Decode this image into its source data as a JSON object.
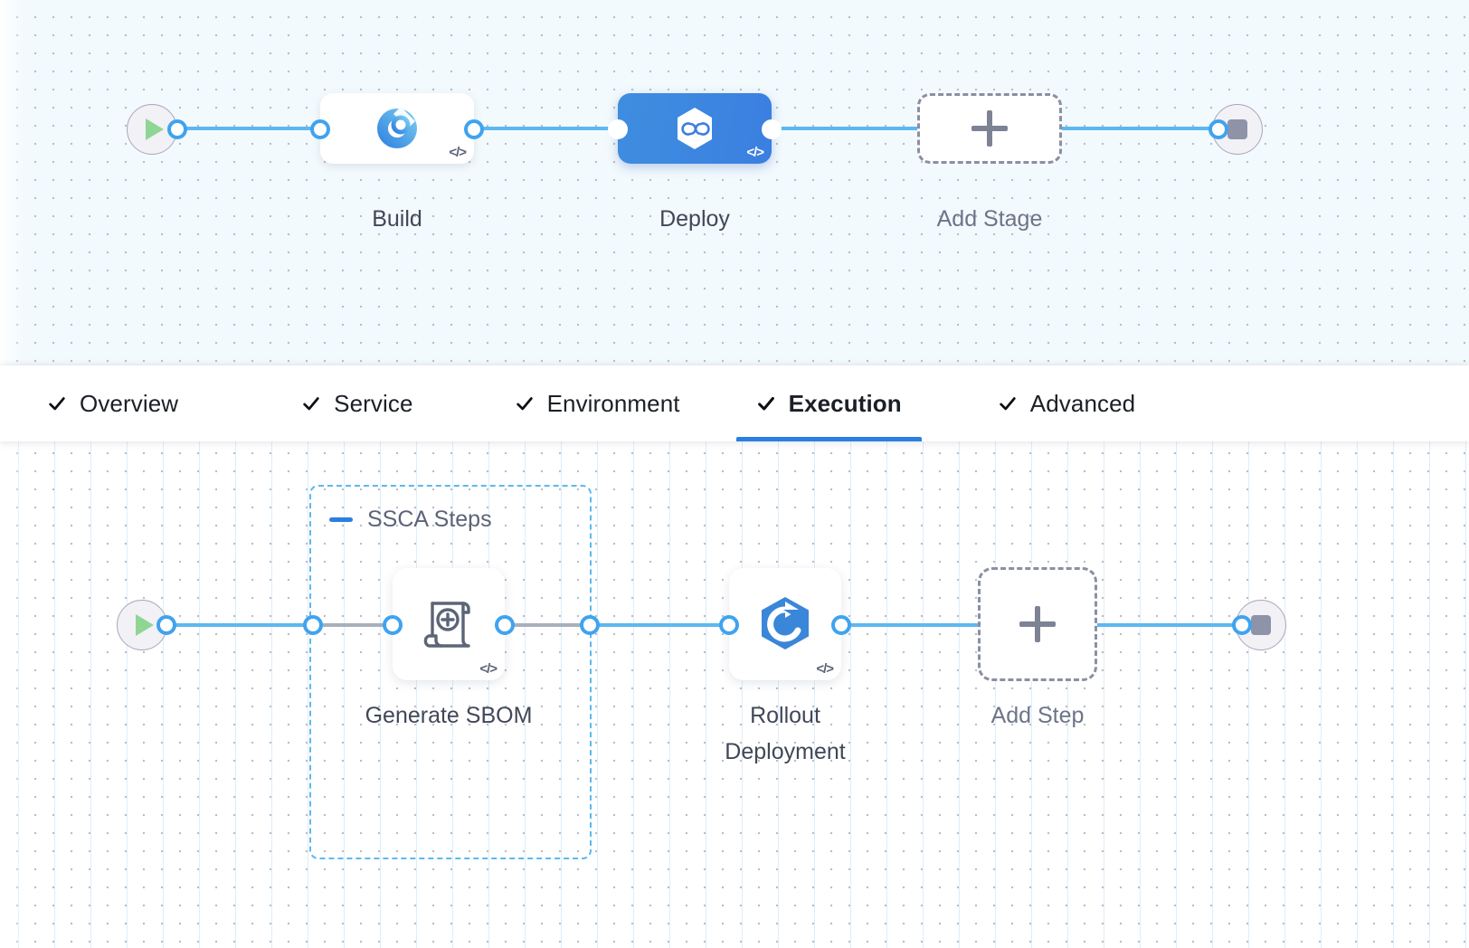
{
  "stage_canvas": {
    "name": "pipeline-stage-graph",
    "start_node": {
      "icon": "play-icon",
      "label": ""
    },
    "end_node": {
      "icon": "stop-icon",
      "label": ""
    },
    "nodes": [
      {
        "id": "build",
        "label": "Build",
        "icon": "ci-build-icon",
        "badge": "</>",
        "selected": false
      },
      {
        "id": "deploy",
        "label": "Deploy",
        "icon": "cd-deploy-icon",
        "badge": "</>",
        "selected": true
      }
    ],
    "add_node": {
      "label": "Add Stage",
      "icon": "plus-icon"
    }
  },
  "tabs": {
    "items": [
      {
        "id": "overview",
        "label": "Overview",
        "icon": "check-icon",
        "active": false
      },
      {
        "id": "service",
        "label": "Service",
        "icon": "check-icon",
        "active": false
      },
      {
        "id": "environment",
        "label": "Environment",
        "icon": "check-icon",
        "active": false
      },
      {
        "id": "execution",
        "label": "Execution",
        "icon": "check-icon",
        "active": true
      },
      {
        "id": "advanced",
        "label": "Advanced",
        "icon": "check-icon",
        "active": false
      }
    ]
  },
  "step_canvas": {
    "name": "execution-step-graph",
    "start_node": {
      "icon": "play-icon"
    },
    "end_node": {
      "icon": "stop-icon"
    },
    "group": {
      "label": "SSCA Steps",
      "collapse_icon": "minus-icon"
    },
    "nodes": [
      {
        "id": "generate-sbom",
        "label": "Generate SBOM",
        "icon": "sbom-scroll-icon",
        "badge": "</>",
        "in_group": true
      },
      {
        "id": "rollout-deployment",
        "label": "Rollout\nDeployment",
        "icon": "rollout-hex-icon",
        "badge": "</>",
        "in_group": false
      }
    ],
    "add_node": {
      "label": "Add Step",
      "icon": "plus-icon"
    }
  },
  "colors": {
    "accent_blue": "#2a7fe0",
    "edge_blue": "#5cb8f0",
    "selected_node": "#3b7fe0",
    "group_border": "#5cb8f0",
    "canvas_top_bg": "#f3fafd",
    "canvas_bottom_bg": "#ffffff",
    "dashed_gray": "#8a8fa3",
    "caption_text": "#414757",
    "tab_text": "#1b1f26"
  }
}
